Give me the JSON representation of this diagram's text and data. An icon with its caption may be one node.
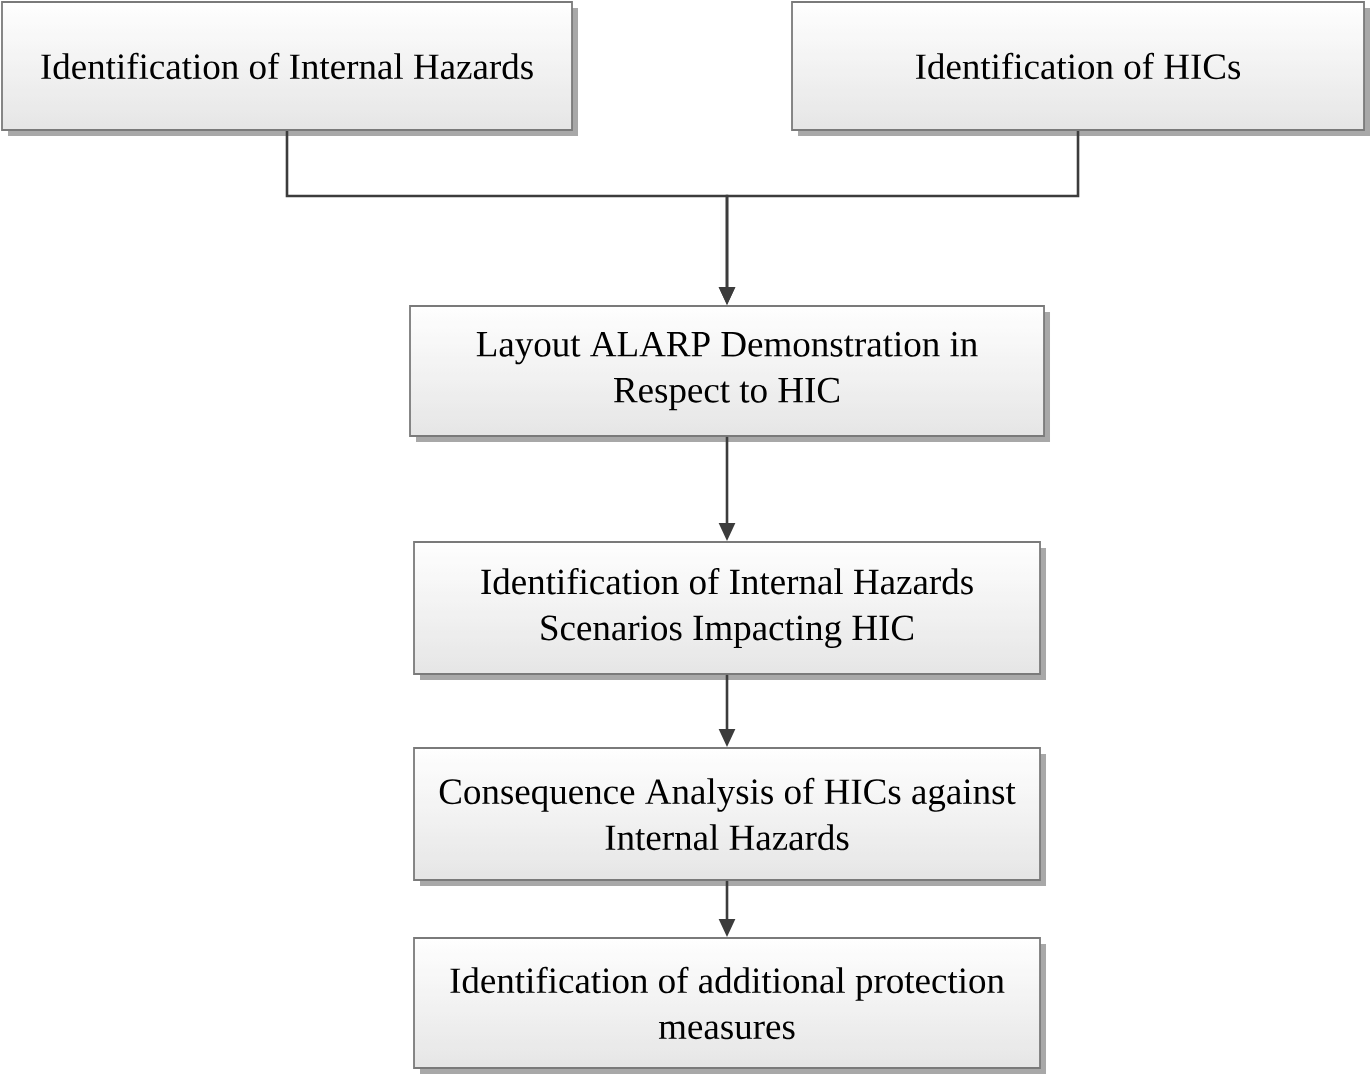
{
  "diagram": {
    "nodes": [
      {
        "text": [
          "Identification of Internal Hazards"
        ]
      },
      {
        "text": [
          "Identification of HICs"
        ]
      },
      {
        "text": [
          "Layout ALARP Demonstration in Respect to HIC"
        ]
      },
      {
        "text": [
          "Identification of Internal Hazards Scenarios Impacting HIC"
        ]
      },
      {
        "text": [
          "Consequence Analysis of HICs against Internal Hazards"
        ]
      },
      {
        "text": [
          "Identification of additional protection measures"
        ]
      }
    ],
    "edges": [
      {
        "from": 0,
        "to": 2,
        "arrow": "to"
      },
      {
        "from": 1,
        "to": 2,
        "arrow": "to"
      },
      {
        "from": 2,
        "to": 3,
        "arrow": "to"
      },
      {
        "from": 3,
        "to": 4,
        "arrow": "to"
      },
      {
        "from": 4,
        "to": 5,
        "arrow": "to"
      }
    ]
  }
}
